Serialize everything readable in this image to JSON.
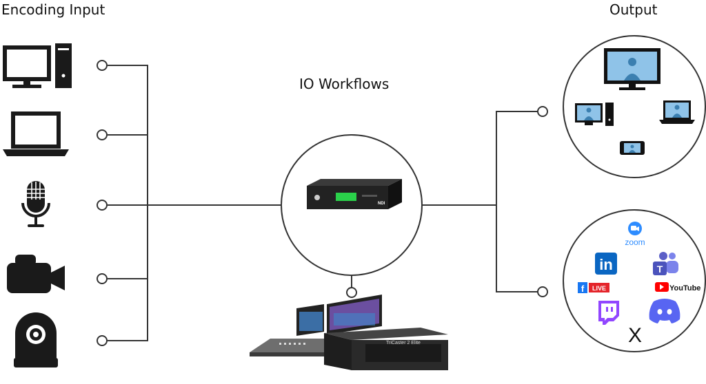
{
  "title_input": "Encoding Input",
  "title_output": "Output",
  "title_center": "IO Workflows",
  "inputs": [
    {
      "icon": "desktop-computer-icon"
    },
    {
      "icon": "laptop-icon"
    },
    {
      "icon": "microphone-icon"
    },
    {
      "icon": "video-camera-icon"
    },
    {
      "icon": "ptz-camera-icon"
    }
  ],
  "center_device": {
    "icon": "ndi-encoder-device-icon",
    "badge": "NDI"
  },
  "bottom_device": {
    "icon": "tricaster-switcher-icon",
    "label": "TriCaster 2 Elite"
  },
  "output_screens": [
    "monitor-icon",
    "desktop-icon",
    "laptop-icon",
    "phone-icon"
  ],
  "platforms": {
    "zoom": "zoom",
    "linkedin": "in",
    "facebook_live": "LIVE",
    "youtube": "YouTube",
    "x": "X"
  },
  "colors": {
    "line": "#333333",
    "icon": "#1a1a1a",
    "zoom": "#2D8CFF",
    "linkedin": "#0A66C2",
    "teams": "#5B5FC7",
    "facebook": "#1877F2",
    "live": "#E4252B",
    "youtube": "#FF0000",
    "twitch": "#9146FF",
    "discord": "#5865F2",
    "screen": "#8FC3E8"
  }
}
